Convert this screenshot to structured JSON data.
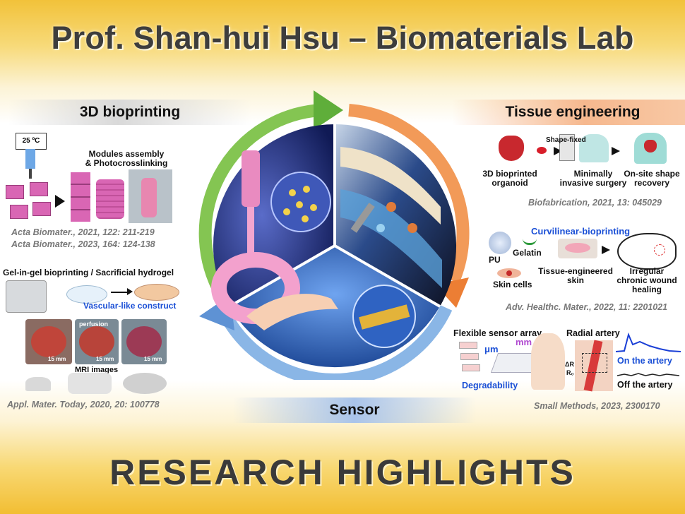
{
  "header": {
    "title": "Prof. Shan-hui Hsu – Biomaterials Lab"
  },
  "footer": {
    "text": "RESEARCH HIGHLIGHTS"
  },
  "sections": {
    "bioprinting": {
      "title": "3D bioprinting",
      "temperature": "25 ºC",
      "modules_line1": "Modules assembly",
      "modules_line2": "& Photocrosslinking",
      "cite1_journal": "Acta Biomater.",
      "cite1_rest": ", 2021, 122: 211-219",
      "cite2_journal": "Acta Biomater.",
      "cite2_rest": ", 2023, 164: 124-138",
      "gel_in_gel": "Gel-in-gel bioprinting",
      "sacrificial": " / Sacrificial hydrogel",
      "vascular": "Vascular-like construct",
      "perfusion": "perfusion",
      "scale1": "15 mm",
      "scale2": "15 mm",
      "scale3": "15 mm",
      "mri": "MRI images",
      "cite3_journal": "Appl. Mater. Today",
      "cite3_rest": ", 2020, 20: 100778"
    },
    "tissue": {
      "title": "Tissue engineering",
      "organoid_line1": "3D bioprinted",
      "organoid_line2": "organoid",
      "shape_fixed": "Shape-fixed",
      "surgery_line1": "Minimally",
      "surgery_line2": "invasive surgery",
      "recovery_line1": "On-site shape",
      "recovery_line2": "recovery",
      "cite1_journal": "Biofabrication",
      "cite1_rest": ", 2021, 13: 045029",
      "curvilinear": "Curvilinear-bioprinting",
      "pu": "PU",
      "gelatin": "Gelatin",
      "skin_cells": "Skin cells",
      "tissue_skin_line1": "Tissue-engineered",
      "tissue_skin_line2": "skin",
      "wound_line1": "Irregular",
      "wound_line2": "chronic wound",
      "wound_line3": "healing",
      "cite2_journal": "Adv. Healthc. Mater.",
      "cite2_rest": ", 2022, 11: 2201021"
    },
    "sensor": {
      "title": "Sensor",
      "flexible": "Flexible sensor array",
      "um": "μm",
      "mm": "mm",
      "radial": "Radial artery",
      "delta_r": "ΔR",
      "r0": "R₀",
      "degradability": "Degradability",
      "on_artery": "On the artery",
      "off_artery": "Off the artery",
      "cite_journal": "Small Methods",
      "cite_rest": ", 2023, 2300170"
    }
  },
  "colors": {
    "green_arrow": "#7cc04a",
    "orange_arrow": "#f08a3c",
    "blue_arrow": "#6fa0d8",
    "link_blue": "#1a4fd6"
  }
}
